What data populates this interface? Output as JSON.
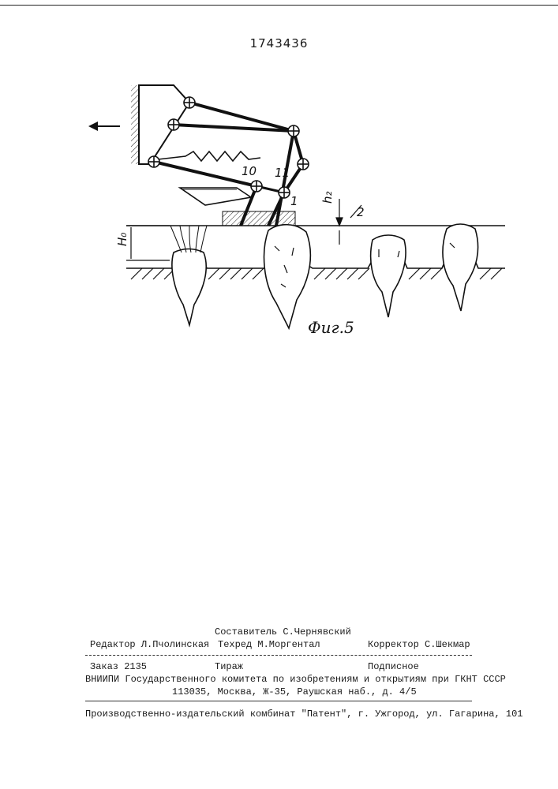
{
  "patent_number": "1743436",
  "figure": {
    "caption": "Фиг.5",
    "arrow_symbol": "←",
    "labels": {
      "l10": "10",
      "l11": "11",
      "l1": "1",
      "l2": "2",
      "h2": "h₂",
      "H0": "H₀"
    }
  },
  "imprint": {
    "compiler": "Составитель С.Чернявский",
    "editor": "Редактор Л.Пчолинская",
    "techred": "Техред М.Моргентал",
    "corrector": "Корректор С.Шекмар",
    "order": "Заказ 2135",
    "circulation": "Тираж",
    "subscription": "Подписное",
    "institute": "ВНИИПИ Государственного комитета по изобретениям и открытиям при ГКНТ СССР",
    "address": "113035, Москва, Ж-35, Раушская наб., д. 4/5",
    "publisher": "Производственно-издательский комбинат \"Патент\", г. Ужгород, ул. Гагарина, 101"
  }
}
